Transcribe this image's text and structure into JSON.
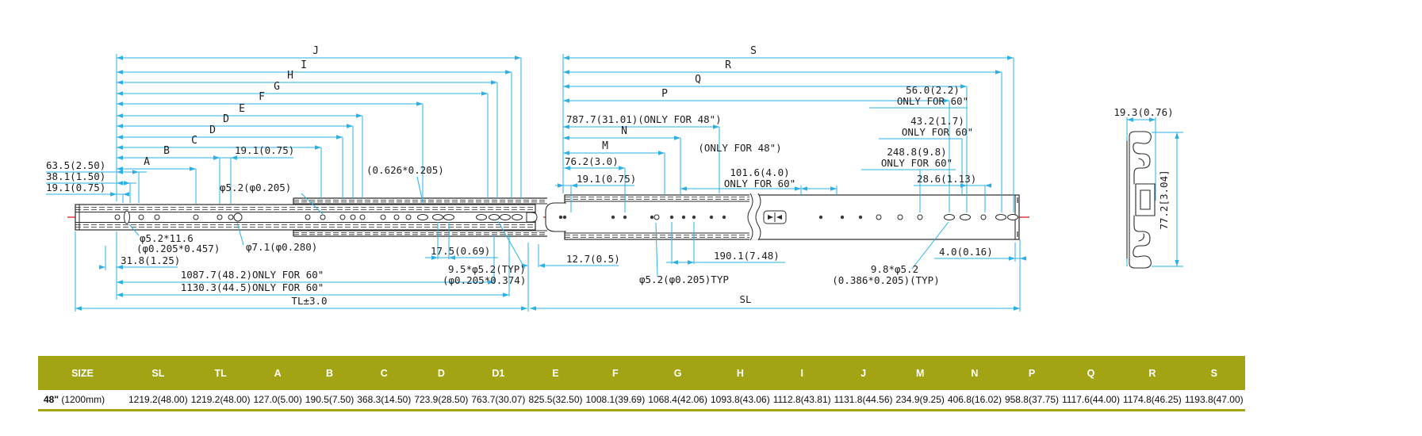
{
  "drawing": {
    "ladder_left": [
      "J",
      "I",
      "H",
      "G",
      "F",
      "E",
      "D",
      "D",
      "C",
      "B",
      "A"
    ],
    "ladder_right": [
      "S",
      "R",
      "Q",
      "P",
      "N",
      "M"
    ],
    "texts": {
      "d63": "63.5(2.50)",
      "d38": "38.1(1.50)",
      "d19l": "19.1(0.75)",
      "d19top": "19.1(0.75)",
      "phi52_top": "φ5.2(φ0.205)",
      "par0626": "(0.626*0.205)",
      "d787": "787.7(31.01)(ONLY FOR 48\")",
      "only48": "(ONLY FOR 48\")",
      "d762": "76.2(3.0)",
      "d19r": "19.1(0.75)",
      "d1016a": "101.6(4.0)",
      "d1016b": "ONLY FOR 60\"",
      "d56a": "56.0(2.2)",
      "d56b": "ONLY FOR 60\"",
      "d432a": "43.2(1.7)",
      "d432b": "ONLY FOR 60\"",
      "d2488a": "248.8(9.8)",
      "d2488b": "ONLY FOR 60\"",
      "d286": "28.6(1.13)",
      "slot52a": "φ5.2*11.6",
      "slot52b": "(φ0.205*0.457)",
      "phi71": "φ7.1(φ0.280)",
      "d318": "31.8(1.25)",
      "d175": "17.5(0.69)",
      "t95a": "9.5*φ5.2(TYP)",
      "t95b": "(φ0.205*0.374)",
      "d127": "12.7(0.5)",
      "d1901": "190.1(7.48)",
      "phi52typ": "φ5.2(φ0.205)TYP",
      "t98a": "9.8*φ5.2",
      "t98b": "(0.386*0.205)(TYP)",
      "d40": "4.0(0.16)",
      "d1087": "1087.7(48.2)ONLY FOR 60\"",
      "d1130": "1130.3(44.5)ONLY FOR 60\"",
      "tl": "TL±3.0",
      "sl": "SL",
      "cs_w": "19.3(0.76)",
      "cs_h": "77.2[3.04]"
    }
  },
  "table": {
    "headers": [
      "SIZE",
      "SL",
      "TL",
      "A",
      "B",
      "C",
      "D",
      "D1",
      "E",
      "F",
      "G",
      "H",
      "I",
      "J",
      "M",
      "N",
      "P",
      "Q",
      "R",
      "S"
    ],
    "row": {
      "size": "48\"",
      "size2": "(1200mm)",
      "values": [
        "1219.2(48.00)",
        "1219.2(48.00)",
        "127.0(5.00)",
        "190.5(7.50)",
        "368.3(14.50)",
        "723.9(28.50)",
        "763.7(30.07)",
        "825.5(32.50)",
        "1008.1(39.69)",
        "1068.4(42.06)",
        "1093.8(43.06)",
        "1112.8(43.81)",
        "1131.8(44.56)",
        "234.9(9.25)",
        "406.8(16.02)",
        "958.8(37.75)",
        "1117.6(44.00)",
        "1174.8(46.25)",
        "1193.8(47.00)"
      ]
    }
  },
  "colors": {
    "dim": "#2bb0e6",
    "centerline": "#e23d33",
    "ink": "#2a2a2a",
    "olive": "#a2a413"
  }
}
